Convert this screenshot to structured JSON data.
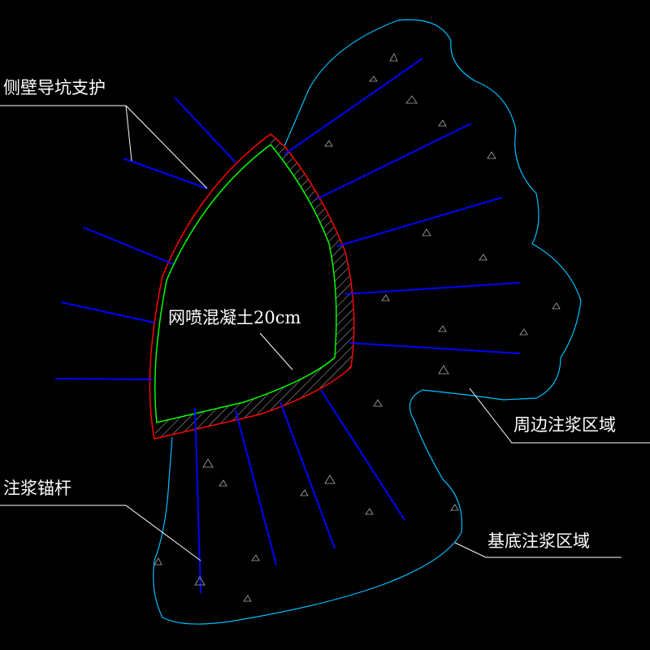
{
  "labels": {
    "side_drift_support": "侧壁导坑支护",
    "shotcrete": "网喷混凝土20cm",
    "perimeter_grouting": "周边注浆区域",
    "grout_bolt": "注浆锚杆",
    "base_grouting": "基底注浆区域"
  },
  "colors": {
    "background": "#000000",
    "bolt": "#0000ff",
    "outer_lining": "#ff0000",
    "inner_lining": "#00ff00",
    "grouting_boundary": "#00bfff",
    "leader": "#ffffff"
  }
}
